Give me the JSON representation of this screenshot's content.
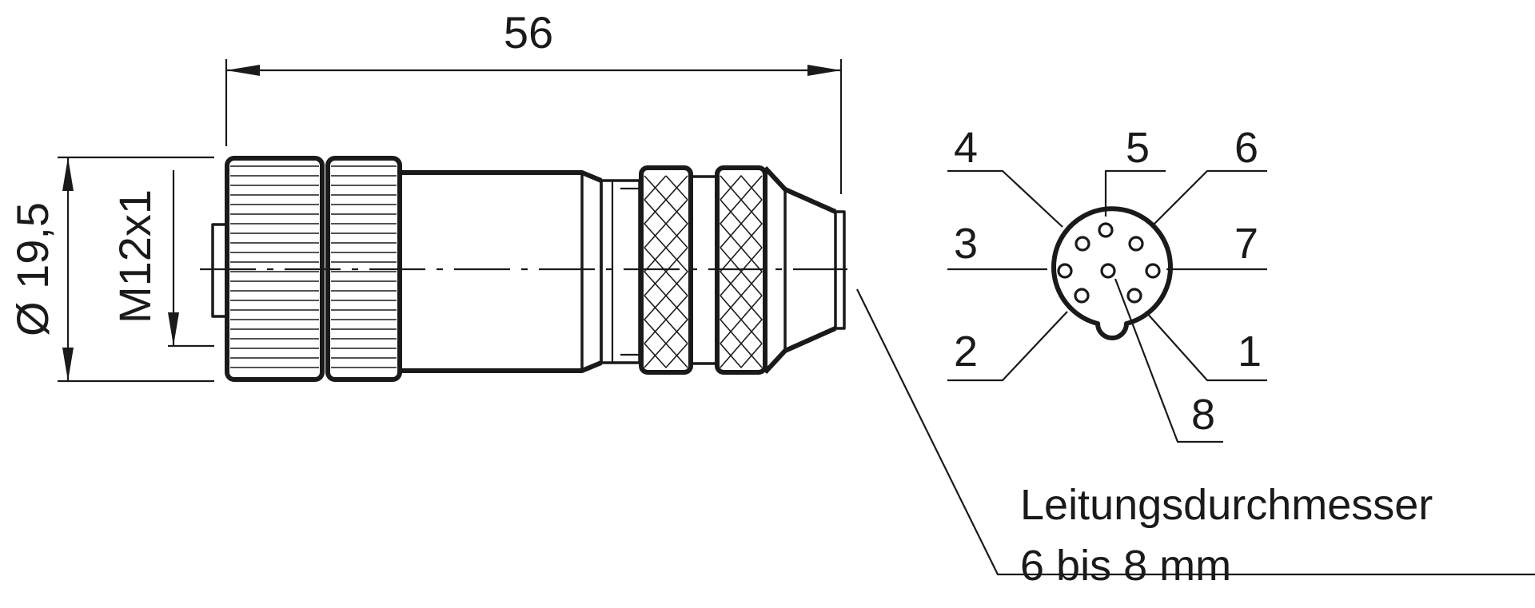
{
  "dimensions": {
    "length": "56",
    "outer_diameter": "Ø 19,5",
    "thread": "M12x1"
  },
  "pins": {
    "p1": "1",
    "p2": "2",
    "p3": "3",
    "p4": "4",
    "p5": "5",
    "p6": "6",
    "p7": "7",
    "p8": "8"
  },
  "cable_note": {
    "line1": "Leitungsdurchmesser",
    "line2": "6 bis 8 mm"
  }
}
